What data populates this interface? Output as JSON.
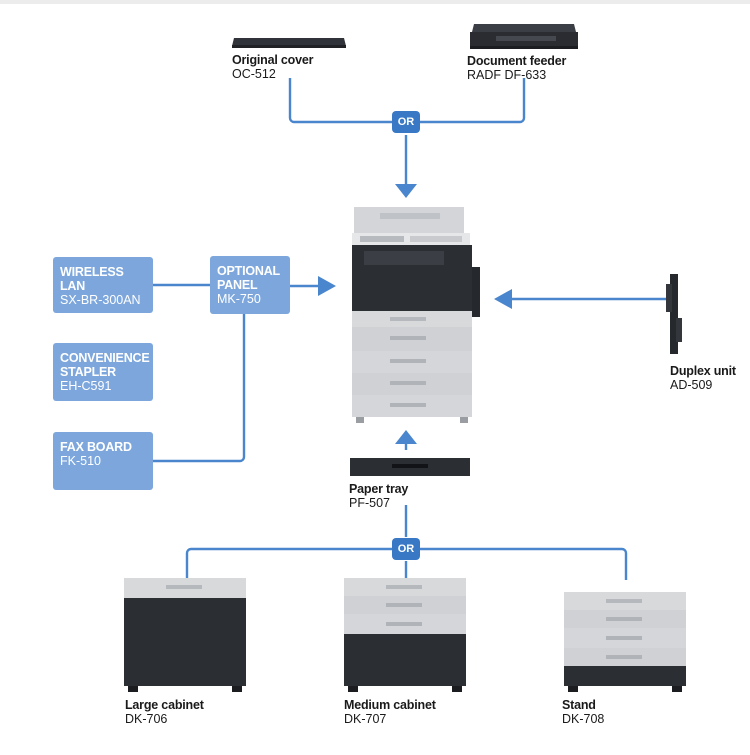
{
  "colors": {
    "line": "#4a86cd",
    "box": "#7da7dc",
    "or_badge": "#3878c5",
    "body_dark": "#2b2e33",
    "body_light": "#d7d9db"
  },
  "top": {
    "original_cover": {
      "name": "Original cover",
      "code": "OC-512"
    },
    "document_feeder": {
      "name": "Document feeder",
      "code": "RADF DF-633"
    },
    "or_label": "OR"
  },
  "side": {
    "wireless_lan": {
      "name": "WIRELESS LAN",
      "code": "SX-BR-300AN"
    },
    "convenience_stapler": {
      "name": "CONVENIENCE\nSTAPLER",
      "code": "EH-C591"
    },
    "fax_board": {
      "name": "FAX BOARD",
      "code": "FK-510"
    },
    "optional_panel": {
      "name": "OPTIONAL\nPANEL",
      "code": "MK-750"
    }
  },
  "duplex_unit": {
    "name": "Duplex unit",
    "code": "AD-509"
  },
  "paper_tray": {
    "name": "Paper tray",
    "code": "PF-507"
  },
  "bottom": {
    "or_label": "OR",
    "large_cabinet": {
      "name": "Large cabinet",
      "code": "DK-706"
    },
    "medium_cabinet": {
      "name": "Medium cabinet",
      "code": "DK-707"
    },
    "stand": {
      "name": "Stand",
      "code": "DK-708"
    }
  }
}
